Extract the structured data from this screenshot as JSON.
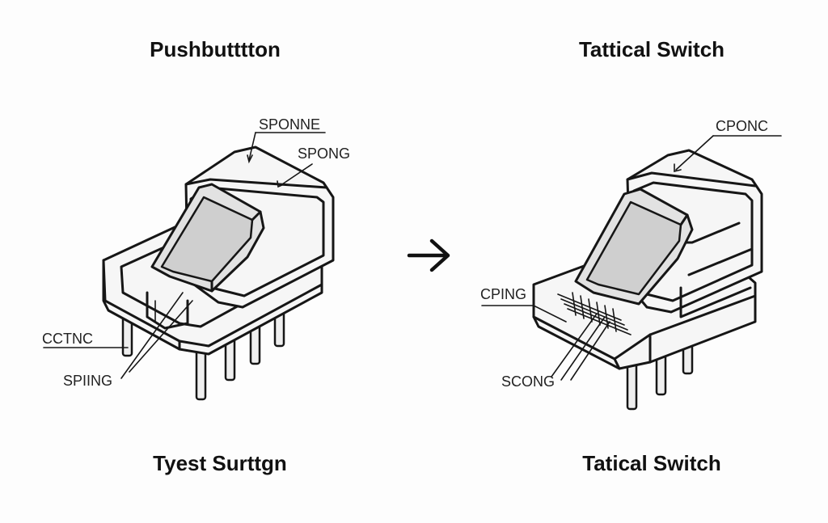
{
  "titles": {
    "top_left": "Pushbutttton",
    "top_right": "Tattical Switch",
    "bottom_left": "Tyest Surttgn",
    "bottom_right": "Tatical Switch"
  },
  "left_labels": {
    "sponne": "SPONNE",
    "spong": "SPONG",
    "cctnc": "CCTNC",
    "spiing": "SPIING"
  },
  "right_labels": {
    "cponc": "CPONC",
    "cping": "CPING",
    "scong": "SCONG"
  },
  "arrow": "→"
}
